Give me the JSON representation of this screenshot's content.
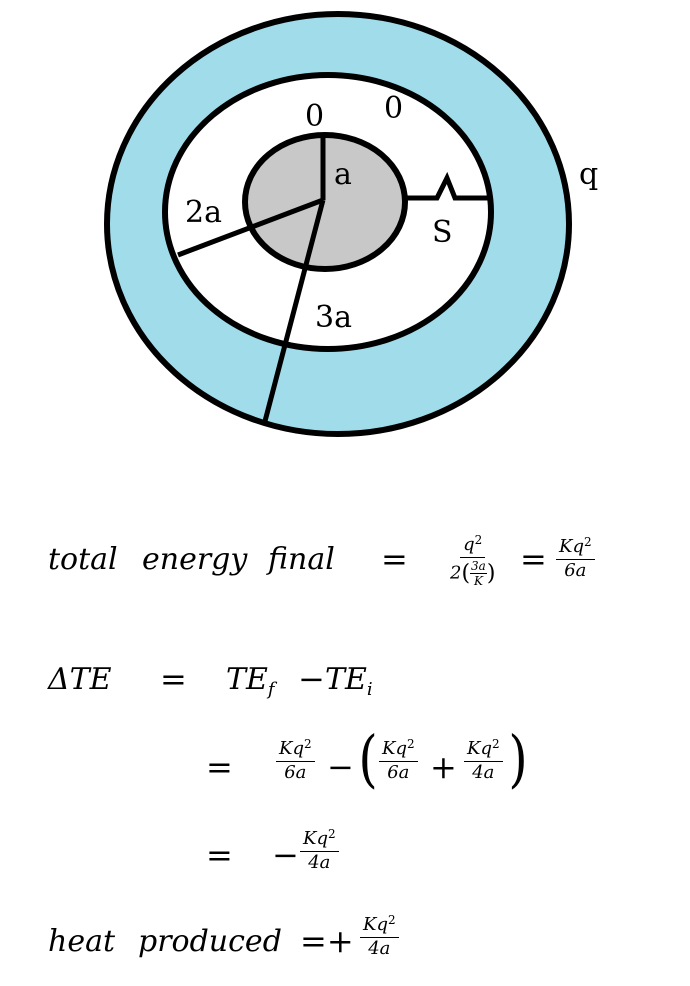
{
  "diagram": {
    "labels": {
      "zero_left": "0",
      "zero_right": "0",
      "inner_radius": "a",
      "middle_radius": "2a",
      "outer_radius": "3a",
      "switch": "S",
      "charge": "q"
    },
    "colors": {
      "outer_shell": "#a0dcea",
      "inner_sphere": "#c8c8c8",
      "gap": "#ffffff",
      "stroke": "#000000"
    }
  },
  "equations": {
    "line1": {
      "lhs_words": [
        "total",
        "energy",
        "final"
      ],
      "eq": "=",
      "frac1_num": "q",
      "frac1_den_coef": "2",
      "frac1_den_inner_num": "3a",
      "frac1_den_inner_den": "K",
      "eq2": "=",
      "frac2_num": "Kq",
      "frac2_den": "6a"
    },
    "line2": {
      "lhs": "ΔTE",
      "eq": "=",
      "rhs_a": "TE",
      "rhs_a_sub": "f",
      "minus": "−",
      "rhs_b": "TE",
      "rhs_b_sub": "i"
    },
    "line3": {
      "eq": "=",
      "f1_num": "Kq",
      "f1_den": "6a",
      "minus": "−",
      "f2_num": "Kq",
      "f2_den": "6a",
      "plus": "+",
      "f3_num": "Kq",
      "f3_den": "4a"
    },
    "line4": {
      "eq": "=",
      "minus": "−",
      "f_num": "Kq",
      "f_den": "4a"
    },
    "line5": {
      "lhs_words": [
        "heat",
        "produced"
      ],
      "eq": "=+",
      "f_num": "Kq",
      "f_den": "4a"
    },
    "exponent": "2"
  }
}
